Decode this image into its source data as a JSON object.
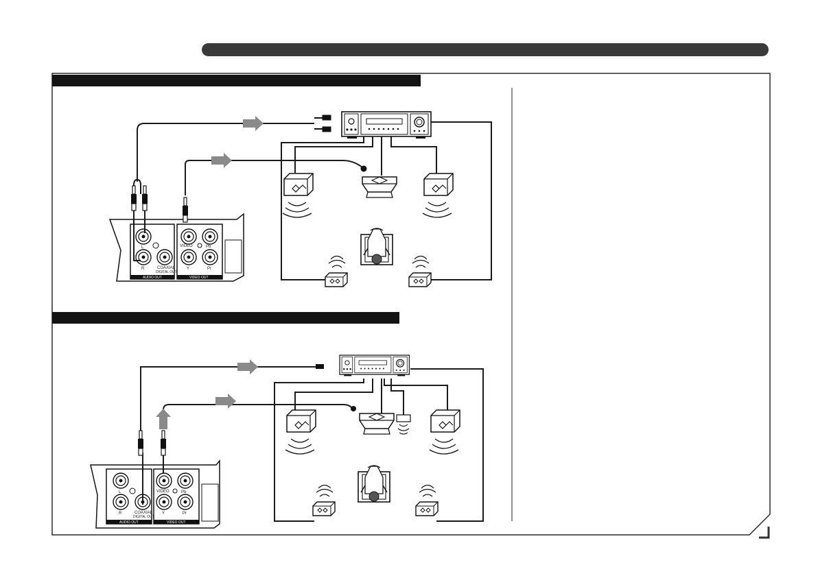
{
  "colors": {
    "header_bar": "#3a3a3a",
    "section_bar": "#141414",
    "line": "#1a1a1a",
    "arrow": "#8a8a8a",
    "frame": "#2a2a2a"
  },
  "diagram_top": {
    "audio_out": {
      "l": "L",
      "r": "R",
      "coaxial": "COAXIAL",
      "digital_out": "DIGITAL OUT",
      "group": "AUDIO OUT"
    },
    "video_out": {
      "video": "VIDEO",
      "pb": "Pb",
      "y": "Y",
      "pr": "Pr",
      "group": "VIDEO OUT"
    }
  },
  "diagram_bottom": {
    "audio_out": {
      "l": "L",
      "r": "R",
      "coaxial": "COAXIAL",
      "digital_out": "DIGITAL OUT",
      "group": "AUDIO OUT"
    },
    "video_out": {
      "video": "VIDEO",
      "pb": "Pb",
      "y": "Y",
      "pr": "Pr",
      "group": "VIDEO OUT"
    }
  },
  "icons": [
    "receiver-icon",
    "speaker-icon",
    "center-speaker-icon",
    "subwoofer-icon",
    "listener-icon",
    "arrow-icon",
    "rca-plug-icon",
    "corner-mark-icon"
  ]
}
